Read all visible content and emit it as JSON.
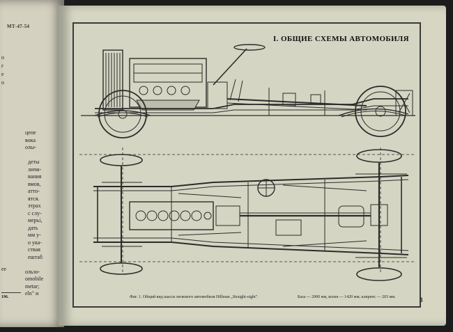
{
  "left_page": {
    "code": "МТ-47-54",
    "lines": [
      "цепе",
      "вока",
      "олы-",
      "",
      "деты",
      "личи-",
      "вания",
      "вмов,",
      "атто-",
      "ятся.",
      "этрах",
      "с слу-",
      "мерьі,",
      "дать",
      "мм у-",
      "о ука-",
      "ствая",
      "ештаб",
      "",
      "ользо-",
      "omobile",
      "metar;",
      "eln\" и"
    ],
    "left_marks": [
      "о",
      "г",
      "е",
      "о",
      "ee"
    ],
    "footer": "196."
  },
  "title": "I. ОБЩИЕ СХЕМЫ АВТОМОБИЛЯ",
  "caption": "Фиг. 1. Общий вид шасси легкового автомобиля Hillman „Straight-eight\".",
  "dimensions": "База — 2900 мм, колея — 1420 мм; клиренс — 203 мм.",
  "page_number": "3",
  "colors": {
    "paper": "#d6d6c3",
    "ink": "#2b2b2b"
  }
}
